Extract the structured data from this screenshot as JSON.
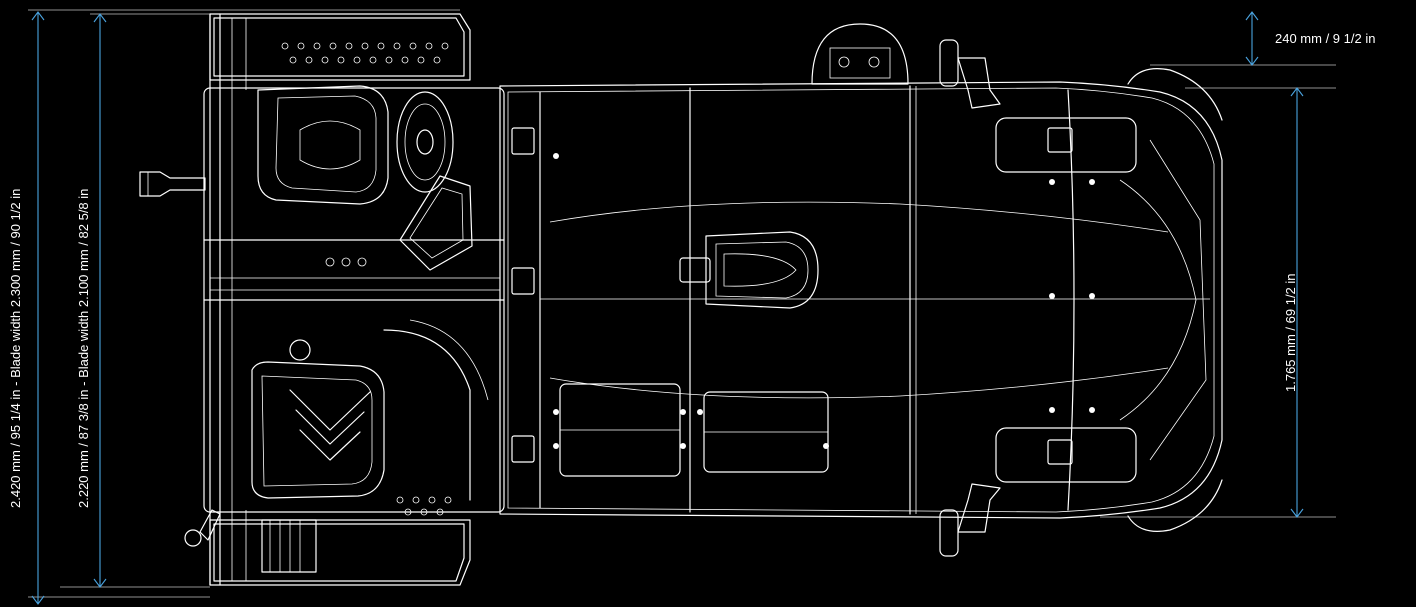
{
  "dimensions": {
    "overall_width": "2.420 mm  /  95 1/4 in - Blade width 2.300 mm  /  90 1/2 in",
    "inner_width": "2.220 mm  /  87 3/8 in - Blade width 2.100 mm  /  82 5/8 in",
    "track_width": "1.765 mm  /  69 1/2 in",
    "offset": "240 mm  /  9 1/2 in"
  },
  "colors": {
    "background": "#000000",
    "linework": "#ffffff",
    "dimension_line": "#4aa3df"
  }
}
